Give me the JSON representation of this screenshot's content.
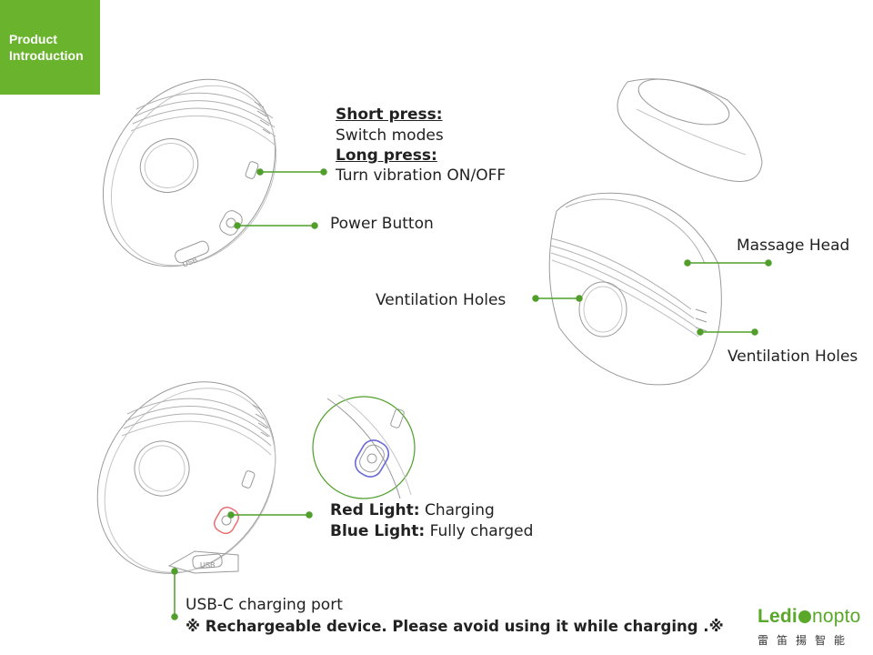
{
  "tag": {
    "line1": "Product",
    "line2": "Introduction"
  },
  "callouts": {
    "short_press_title": "Short press:",
    "short_press_desc": "Switch modes",
    "long_press_title": "Long press:",
    "long_press_desc": "Turn vibration ON/OFF",
    "power_button": "Power Button",
    "massage_head": "Massage Head",
    "ventilation_left": "Ventilation Holes",
    "ventilation_right": "Ventilation Holes",
    "red_light_title": "Red Light:",
    "red_light_desc": " Charging",
    "blue_light_title": "Blue Light:",
    "blue_light_desc": " Fully charged",
    "usb_port": "USB-C charging port",
    "warning": "※ Rechargeable device. Please avoid using it while charging .※"
  },
  "device_labels": {
    "usb": "USB"
  },
  "logo": {
    "part1": "Ledi",
    "part2": "nopto",
    "chinese": "雷笛揚智能"
  },
  "colors": {
    "accent": "#6ab42d",
    "line_green": "#4f9f2a",
    "red_light": "#e87070",
    "blue_light": "#6a6ad8"
  }
}
